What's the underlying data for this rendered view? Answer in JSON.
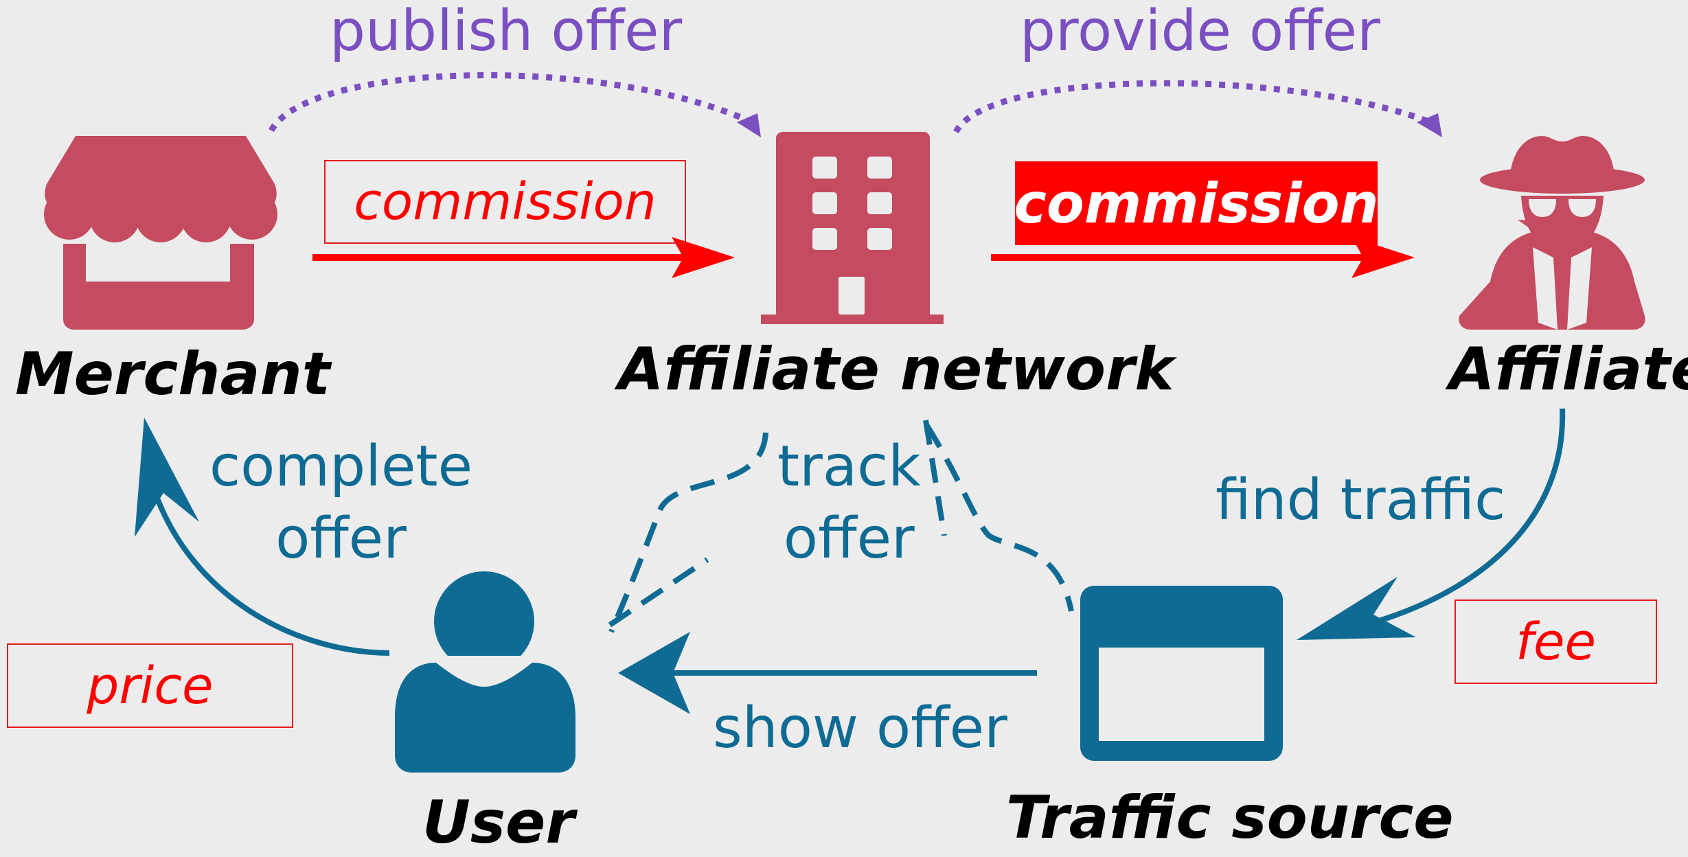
{
  "actors": {
    "merchant": "Merchant",
    "network": "Affiliate network",
    "affiliate": "Affiliate",
    "user": "User",
    "traffic_source": "Traffic source"
  },
  "flows": {
    "publish_offer": "publish offer",
    "provide_offer": "provide offer",
    "complete_offer": [
      "complete",
      "offer"
    ],
    "track_offer": [
      "track",
      "offer"
    ],
    "find_traffic": "find traffic",
    "show_offer": "show offer"
  },
  "payments": {
    "commission_to_network": "commission",
    "commission_to_affiliate": "commission",
    "fee": "fee",
    "price": "price"
  },
  "colors": {
    "actor_top": "#c44b60",
    "actor_bottom": "#0f6b93",
    "offer_flow": "#7a4fc0",
    "money": "#ff0000"
  },
  "icons": [
    "store-icon",
    "office-building-icon",
    "spy-icon",
    "user-icon",
    "browser-window-icon"
  ]
}
